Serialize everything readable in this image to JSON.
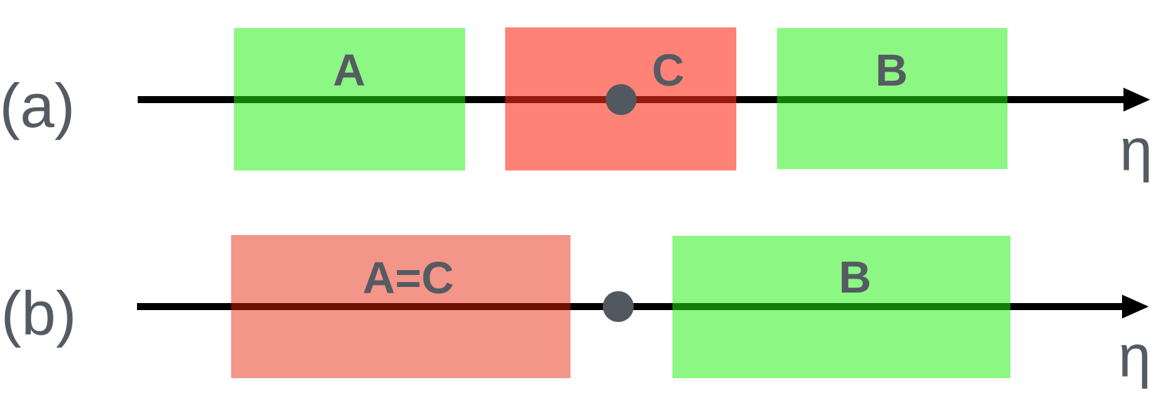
{
  "figure": {
    "background": "#ffffff",
    "text_color": "#555b63",
    "axis_color": "#000000",
    "dot_color": "#515860",
    "colors": {
      "green_region": "rgba(34, 240, 16, 0.52)",
      "red_region_a": "rgba(254, 44, 22, 0.59)",
      "red_region_b": "rgba(229, 33, 8, 0.48)"
    },
    "rows": [
      {
        "label": "(a)",
        "axis_label": "η",
        "boxes": [
          {
            "label": "A",
            "kind": "allowed"
          },
          {
            "label": "C",
            "kind": "forbidden"
          },
          {
            "label": "B",
            "kind": "allowed"
          }
        ]
      },
      {
        "label": "(b)",
        "axis_label": "η",
        "boxes": [
          {
            "label": "A=C",
            "kind": "forbidden"
          },
          {
            "label": "B",
            "kind": "allowed"
          }
        ]
      }
    ]
  }
}
